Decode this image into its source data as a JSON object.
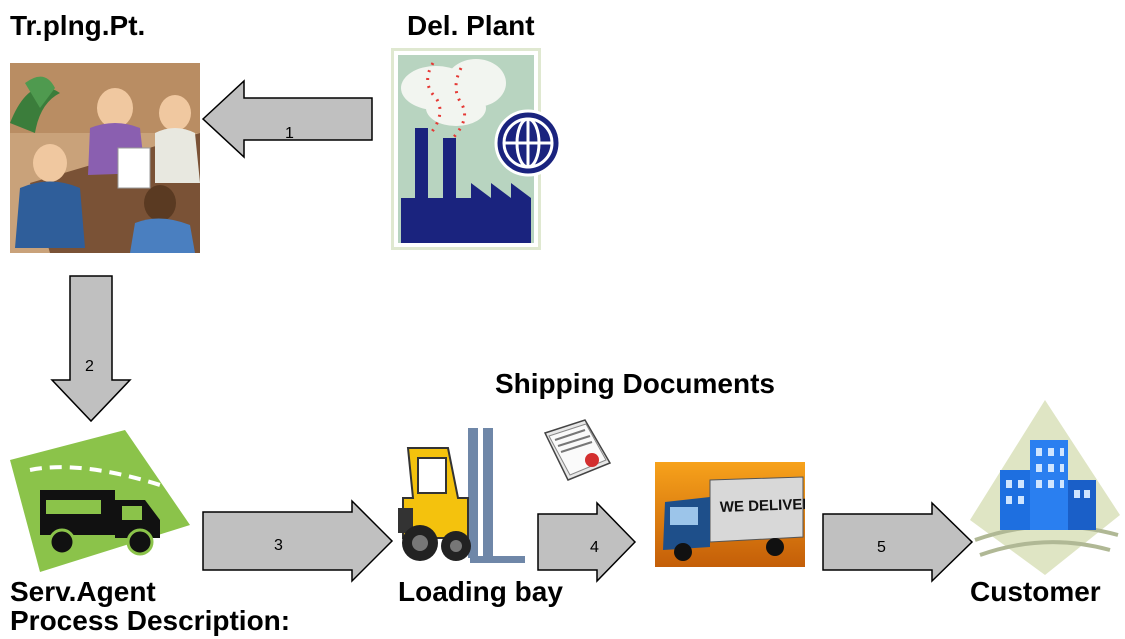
{
  "labels": {
    "tr_plng": "Tr.plng.Pt.",
    "del_plant": "Del. Plant",
    "shipping_documents": "Shipping Documents",
    "serv_agent": "Serv.Agent",
    "loading_bay": "Loading bay",
    "customer": "Customer",
    "process_description": "Process Description:"
  },
  "steps": [
    "1",
    "2",
    "3",
    "4",
    "5"
  ],
  "truck_sign": "WE DELIVER",
  "colors": {
    "arrow_fill": "#c0c0c0",
    "arrow_stroke": "#000000",
    "factory": "#1a237e",
    "dotted_smoke": "#e53935",
    "truck_green": "#8bc34a",
    "forklift_yellow": "#f4c20d",
    "building_blue": "#1e6fe0"
  },
  "icons": [
    "meeting-clipart-icon",
    "factory-globe-clipart-icon",
    "delivery-truck-sign-icon",
    "forklift-icon",
    "shipping-document-icon",
    "we-deliver-truck-icon",
    "office-buildings-icon"
  ]
}
